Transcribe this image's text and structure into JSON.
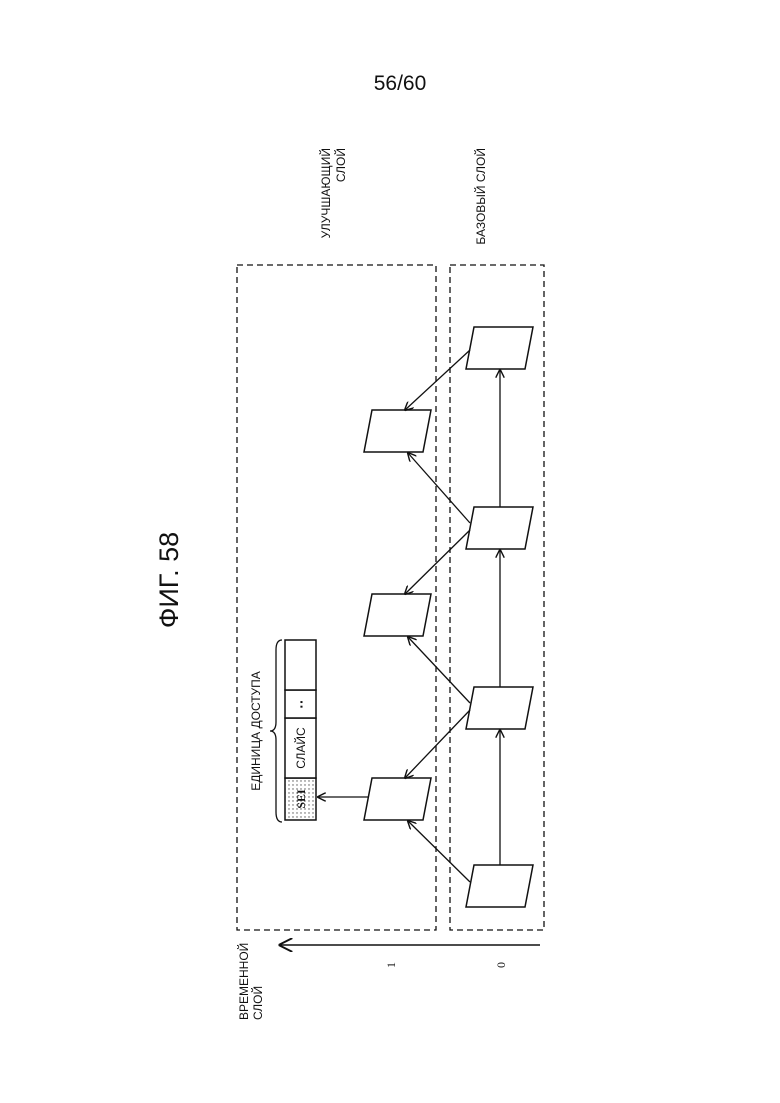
{
  "page_number": "56/60",
  "figure_title": "ФИГ. 58",
  "enhancement_layer_label": [
    "УЛУЧШАЮЩИЙ",
    "СЛОЙ"
  ],
  "base_layer_label": "БАЗОВЫЙ СЛОЙ",
  "temporal_layer_label": [
    "ВРЕМЕННОЙ",
    "СЛОЙ"
  ],
  "temporal_ticks": [
    "1",
    "0"
  ],
  "access_unit_label": "ЕДИНИЦА ДОСТУПА",
  "access_unit_cells": [
    "SEI",
    "СЛАЙС",
    "··",
    ""
  ],
  "colors": {
    "line": "#111111",
    "background": "#ffffff",
    "sei_fill": "#e6e6e6"
  }
}
